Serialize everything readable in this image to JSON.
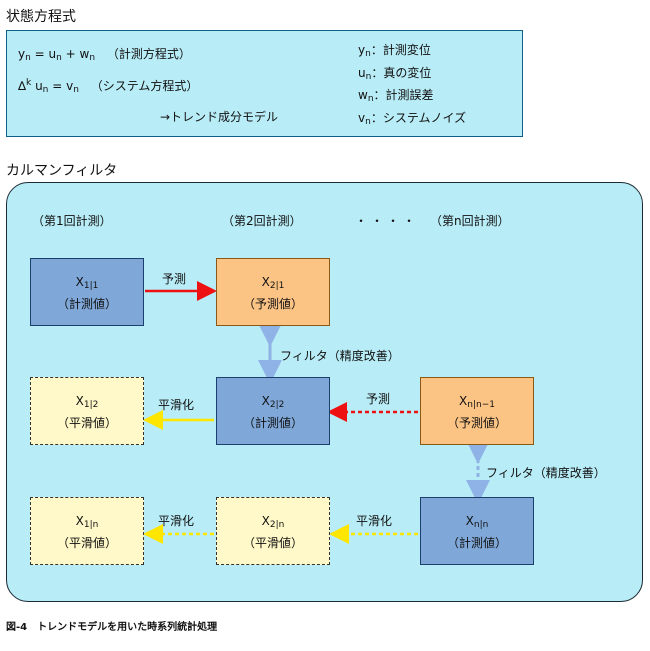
{
  "state_equation": {
    "title": "状態方程式",
    "eq1": {
      "y": "y",
      "n": "n",
      "rest1": " = u",
      "rest2": " + w",
      "label": "（計測方程式）"
    },
    "eq2": {
      "delta": "∆",
      "k": "k",
      "u": " u",
      "n": "n",
      "rest": " = v",
      "label": "（システム方程式）"
    },
    "trend_note": "→トレンド成分モデル",
    "legend": [
      {
        "sym": "y",
        "sub": "n",
        "text": "：計測変位"
      },
      {
        "sym": "u",
        "sub": "n",
        "text": "：真の変位"
      },
      {
        "sym": "w",
        "sub": "n",
        "text": "：計測誤差"
      },
      {
        "sym": "v",
        "sub": "n",
        "text": "：システムノイズ"
      }
    ]
  },
  "kalman": {
    "title": "カルマンフィルタ",
    "col1": "（第1回計測）",
    "col2": "（第2回計測）",
    "dots": "・・・・",
    "coln": "（第n回計測）",
    "boxes": {
      "x11": {
        "x": "X",
        "sub": "1|1",
        "kind": "（計測値）"
      },
      "x21": {
        "x": "X",
        "sub": "2|1",
        "kind": "（予測値）"
      },
      "x12": {
        "x": "X",
        "sub": "1|2",
        "kind": "（平滑値）"
      },
      "x22": {
        "x": "X",
        "sub": "2|2",
        "kind": "（計測値）"
      },
      "xnn1": {
        "x": "X",
        "sub": "n|n−1",
        "kind": "（予測値）"
      },
      "x1n": {
        "x": "X",
        "sub": "1|n",
        "kind": "（平滑値）"
      },
      "x2n": {
        "x": "X",
        "sub": "2|n",
        "kind": "（平滑値）"
      },
      "xnn": {
        "x": "X",
        "sub": "n|n",
        "kind": "（計測値）"
      }
    },
    "labels": {
      "predict1": "予測",
      "filter1": "フィルタ（精度改善）",
      "smooth1": "平滑化",
      "predict2": "予測",
      "filter2": "フィルタ（精度改善）",
      "smooth2": "平滑化",
      "smooth3": "平滑化"
    },
    "colors": {
      "red": "#ee1111",
      "yellow": "#ffee00",
      "lightblue": "#8fb3e6"
    }
  },
  "caption": "図-4　トレンドモデルを用いた時系列統計処理"
}
